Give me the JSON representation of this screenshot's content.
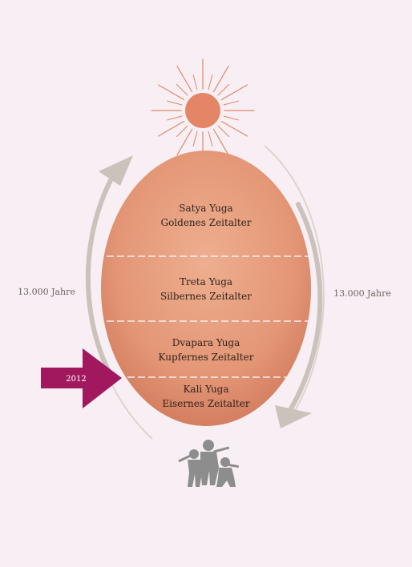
{
  "yugas": [
    {
      "name": "Satya Yuga",
      "subtitle": "Goldenes Zeitalter"
    },
    {
      "name": "Treta Yuga",
      "subtitle": "Silbernes Zeitalter"
    },
    {
      "name": "Dvapara Yuga",
      "subtitle": "Kupfernes Zeitalter"
    },
    {
      "name": "Kali Yuga",
      "subtitle": "Eisernes Zeitalter"
    }
  ],
  "left_label": "13.000 Jahre",
  "right_label": "13.000 Jahre",
  "marker_label": "2012",
  "colors": {
    "egg": "#e89a78",
    "egg_edge": "#d2775a",
    "sun": "#e48666",
    "marker": "#a1185f",
    "cycle_arrow": "#cbc2bc",
    "soldiers": "#8d8d8d",
    "background": "#f7eff3"
  },
  "icons": [
    "sun-icon",
    "soldiers-icon"
  ]
}
